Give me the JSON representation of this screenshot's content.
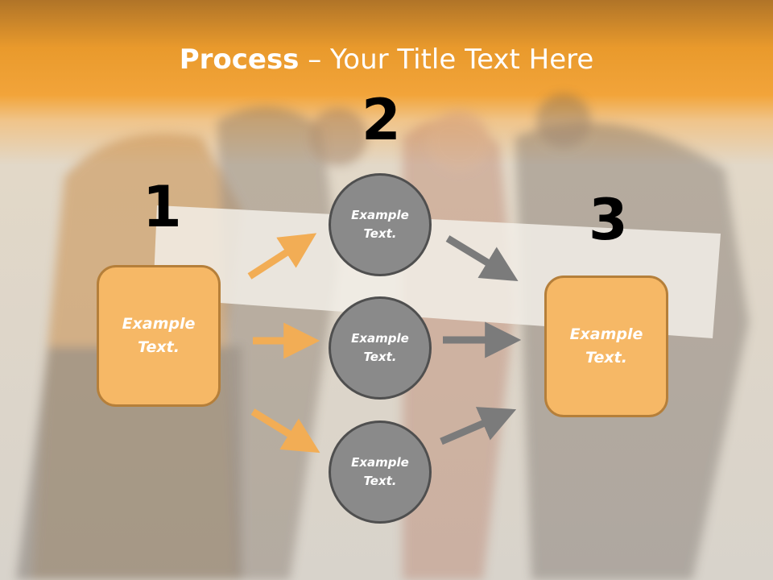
{
  "title": {
    "bold": "Process",
    "rest": " – Your Title Text Here"
  },
  "step_numbers": [
    "1",
    "2",
    "3"
  ],
  "left_box": {
    "text": "Example\nText."
  },
  "right_box": {
    "text": "Example\nText."
  },
  "circles": [
    {
      "text": "Example\nText."
    },
    {
      "text": "Example\nText."
    },
    {
      "text": "Example\nText."
    }
  ],
  "colors": {
    "header_orange": "#f2a43a",
    "box_fill": "#f6b866",
    "box_border": "#b57f3a",
    "circle_fill": "#8a8a8a",
    "circle_border": "#4f4f4f",
    "orange_arrow": "#f2ad55",
    "gray_arrow": "#7b7b7b"
  }
}
